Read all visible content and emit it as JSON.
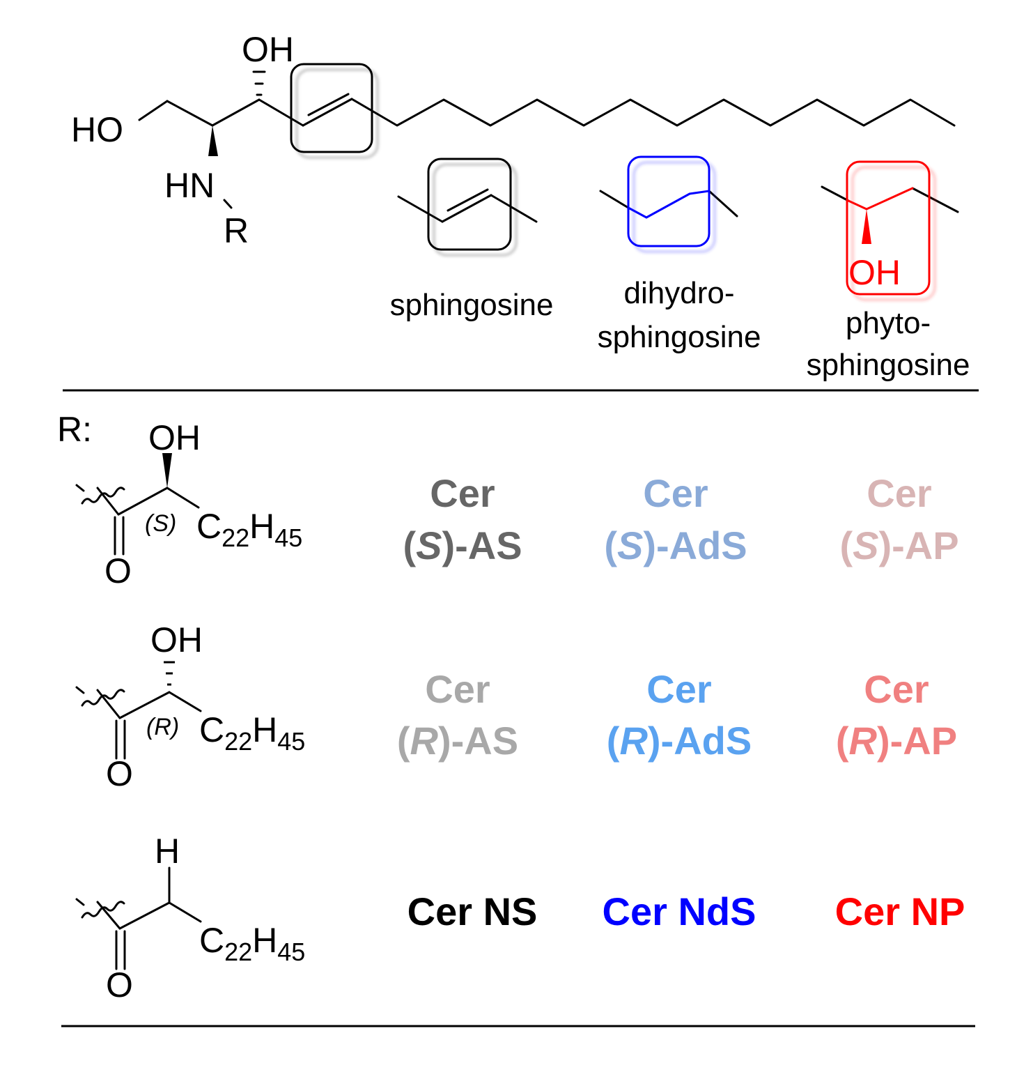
{
  "backbone": {
    "oh_top": "OH",
    "ho_left": "HO",
    "hn": "HN",
    "r": "R"
  },
  "variants": [
    {
      "id": "sphingosine",
      "label": [
        "sphingosine"
      ],
      "color": "#000000"
    },
    {
      "id": "dihydrosphingosine",
      "label": [
        "dihydro-",
        "sphingosine"
      ],
      "color": "#0000ff"
    },
    {
      "id": "phytosphingosine",
      "label": [
        "phyto-",
        "sphingosine"
      ],
      "color": "#ff0000",
      "oh": "OH"
    }
  ],
  "r_group": {
    "prefix": "R:",
    "rows": [
      {
        "id": "s-hydroxy",
        "top_atom": "OH",
        "config": "(S)",
        "chain": {
          "c": "C",
          "c_sub": "22",
          "h": "H",
          "h_sub": "45"
        },
        "carbonyl_o": "O"
      },
      {
        "id": "r-hydroxy",
        "top_atom": "OH",
        "config": "(R)",
        "chain": {
          "c": "C",
          "c_sub": "22",
          "h": "H",
          "h_sub": "45"
        },
        "carbonyl_o": "O"
      },
      {
        "id": "non-hydroxy",
        "top_atom": "H",
        "config": "",
        "chain": {
          "c": "C",
          "c_sub": "22",
          "h": "H",
          "h_sub": "45"
        },
        "carbonyl_o": "O"
      }
    ]
  },
  "ceramides": [
    [
      {
        "id": "cer-s-as",
        "line1": "Cer",
        "open": "(",
        "cfg": "S",
        "close": ")-AS",
        "color": "#666666"
      },
      {
        "id": "cer-s-ads",
        "line1": "Cer",
        "open": "(",
        "cfg": "S",
        "close": ")-AdS",
        "color": "#8aaad8"
      },
      {
        "id": "cer-s-ap",
        "line1": "Cer",
        "open": "(",
        "cfg": "S",
        "close": ")-AP",
        "color": "#d8b4b4"
      }
    ],
    [
      {
        "id": "cer-r-as",
        "line1": "Cer",
        "open": "(",
        "cfg": "R",
        "close": ")-AS",
        "color": "#a8a8a8"
      },
      {
        "id": "cer-r-ads",
        "line1": "Cer",
        "open": "(",
        "cfg": "R",
        "close": ")-AdS",
        "color": "#5aa2f0"
      },
      {
        "id": "cer-r-ap",
        "line1": "Cer",
        "open": "(",
        "cfg": "R",
        "close": ")-AP",
        "color": "#f08080"
      }
    ],
    [
      {
        "id": "cer-ns",
        "text": "Cer NS",
        "color": "#000000"
      },
      {
        "id": "cer-nds",
        "text": "Cer NdS",
        "color": "#0000ff"
      },
      {
        "id": "cer-np",
        "text": "Cer NP",
        "color": "#ff0000"
      }
    ]
  ]
}
